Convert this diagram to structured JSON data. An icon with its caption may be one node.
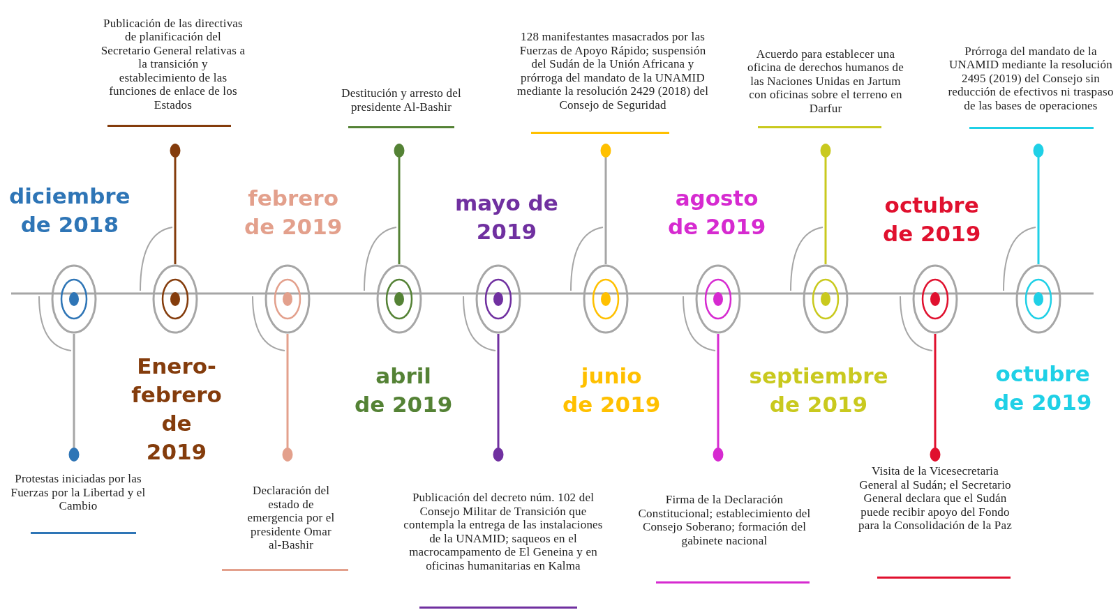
{
  "diagram": {
    "nodes": [
      {
        "text": [],
        "shape": "circle"
      },
      {
        "text": [
          "Protestas iniciadas por las Fuerzas por la Libertad y el Cambio"
        ]
      },
      {
        "text": [],
        "shape": "circle"
      },
      {
        "text": [
          "Publicación de las directivas de planificación del Secretario General relativas a la transición y establecimiento de las funciones de enlace de los Estados"
        ]
      },
      {
        "text": [],
        "shape": "circle"
      },
      {
        "text": [
          "Declaración del estado de emergencia por el presidente Omar al-Bashir"
        ]
      },
      {
        "text": [],
        "shape": "circle"
      },
      {
        "text": [
          "Destitución y arresto del presidente Al-Bashir"
        ]
      },
      {
        "text": [],
        "shape": "circle"
      },
      {
        "text": [
          "Publicación del decreto núm. 102 del Consejo Militar de Transición que contempla la entrega de las instalaciones de la UNAMID; saqueos en el macrocampamento de El Geneina y en oficinas humanitarias en Kalma"
        ]
      },
      {
        "text": [],
        "shape": "circle"
      },
      {
        "text": [
          "128 manifestantes masacrados por las Fuerzas de Apoyo Rápido; suspensión del Sudán de la Unión Africana y prórroga del mandato de la UNAMID mediante la resolución 2429 (2018) del Consejo de Seguridad"
        ]
      },
      {
        "text": [],
        "shape": "circle"
      },
      {
        "text": [
          "Firma de la Declaración Constitucional; establecimiento del Consejo Soberano; formación del gabinete nacional"
        ]
      },
      {
        "text": [],
        "shape": "circle"
      },
      {
        "text": [
          "Acuerdo para establecer una oficina de derechos humanos de las Naciones Unidas en Jartum con oficinas sobre el terreno en Darfur"
        ]
      },
      {
        "text": [],
        "shape": "circle"
      },
      {
        "text": [
          "Visita de la Vicesecretaria General al Sudán; el Secretario General declara que el Sudán puede recibir apoyo del Fondo para la Consolidación de la Paz"
        ]
      },
      {
        "text": [],
        "shape": "circle"
      },
      {
        "text": [
          "Prórroga del mandato de la UNAMID mediante la resolución 2495 (2019) del Consejo sin reducción de efectivos ni traspaso de las bases de operaciones"
        ]
      }
    ],
    "edges": [
      {
        "from": 0,
        "to": 1,
        "arrow": "other",
        "color": "#a6a6a6"
      },
      {
        "from": 2,
        "to": 3,
        "arrow": "other",
        "color": "#843c0c"
      },
      {
        "from": 4,
        "to": 5,
        "arrow": "other",
        "color": "#e3a08c"
      },
      {
        "from": 6,
        "to": 7,
        "arrow": "other",
        "color": "#548235"
      },
      {
        "from": 8,
        "to": 9,
        "arrow": "other",
        "color": "#7030a0"
      },
      {
        "from": 10,
        "to": 11,
        "arrow": "other",
        "color": "#a6a6a6"
      },
      {
        "from": 12,
        "to": 13,
        "arrow": "other",
        "color": "#d62ad0"
      },
      {
        "from": 14,
        "to": 15,
        "arrow": "other",
        "color": "#c9c91e"
      },
      {
        "from": 16,
        "to": 17,
        "arrow": "other",
        "color": "#e0102e"
      },
      {
        "from": 18,
        "to": 19,
        "arrow": "other",
        "color": "#1fd0e6"
      }
    ],
    "labels": [
      "diciembre de 2018",
      "Enero-febrero de 2019",
      "febrero de 2019",
      "abril de 2019",
      "mayo de 2019",
      "junio de 2019",
      "agosto de 2019",
      "septiembre de 2019",
      "octubre de 2019",
      "octubre de 2019"
    ]
  }
}
